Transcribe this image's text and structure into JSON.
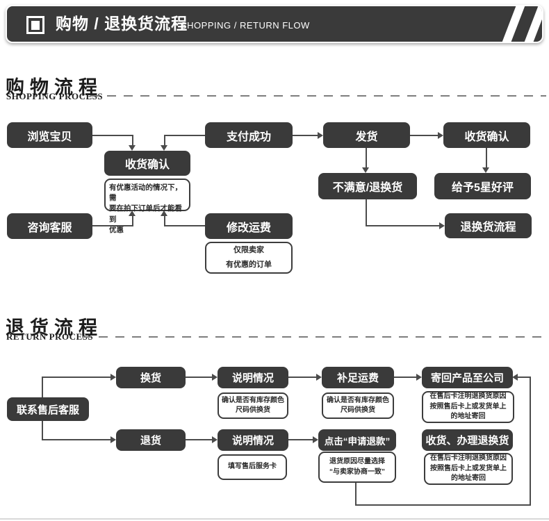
{
  "header": {
    "title": "购物 / 退换货流程",
    "subtitle": "SHOPPING / RETURN FLOW"
  },
  "sections": [
    {
      "title_cn": "购物流程",
      "title_en": "SHOPPING PROCESS"
    },
    {
      "title_cn": "退货流程",
      "title_en": "RETURN PROCESS"
    }
  ],
  "flow1": {
    "nodes": {
      "browse": "浏览宝贝",
      "confirm_mid": "收货确认",
      "pay": "支付成功",
      "ship": "发货",
      "confirm_right": "收货确认",
      "unsatisfied": "不满意/退换货",
      "five_star": "给予5星好评",
      "consult": "咨询客服",
      "modify_fee": "修改运费",
      "return_flow": "退换货流程"
    },
    "notes": {
      "promo": "有优惠活动的情况下，需\n要在拍下订单后才能看到\n优惠",
      "seller_only": "仅限卖家\n有优惠的订单"
    },
    "edges": [
      "浏览宝贝→收货确认",
      "支付成功→收货确认",
      "支付成功→发货",
      "发货→收货确认",
      "发货→不满意/退换货",
      "收货确认→给予5星好评",
      "不满意/退换货→退换货流程",
      "咨询客服→优惠说明",
      "修改运费→优惠说明"
    ]
  },
  "flow2": {
    "nodes": {
      "contact": "联系售后客服",
      "exchange": "换货",
      "explain_top": "说明情况",
      "refill_fee": "补足运费",
      "send_back": "寄回产品至公司",
      "return_goods": "退货",
      "explain_bottom": "说明情况",
      "apply_refund": "点击“申请退款”",
      "receive_process": "收货、办理退换货"
    },
    "notes": {
      "stock_top": "确认是否有库存颜色\n尺码供换货",
      "stock_mid": "确认是否有库存颜色\n尺码供换货",
      "card_top": "在售后卡注明退换货原因\n按照售后卡上或发货单上\n的地址寄回",
      "fill_card": "填写售后服务卡",
      "reason": "退货原因尽量选择\n“与卖家协商一致”",
      "card_bottom": "在售后卡注明退换货原因\n按照售后卡上或发货单上\n的地址寄回"
    },
    "edges": [
      "联系售后客服→换货",
      "联系售后客服→退货",
      "换货→说明情况",
      "说明情况→补足运费",
      "补足运费→寄回产品至公司",
      "退货→说明情况",
      "说明情况→点击“申请退款”",
      "点击“申请退款”→寄回产品至公司"
    ]
  },
  "colors": {
    "box_bg": "#3a3a3a",
    "note_border": "#3c3c3c",
    "line": "#4b4b4b",
    "text_on_dark": "#ffffff",
    "title_text": "#1d1d1d"
  }
}
